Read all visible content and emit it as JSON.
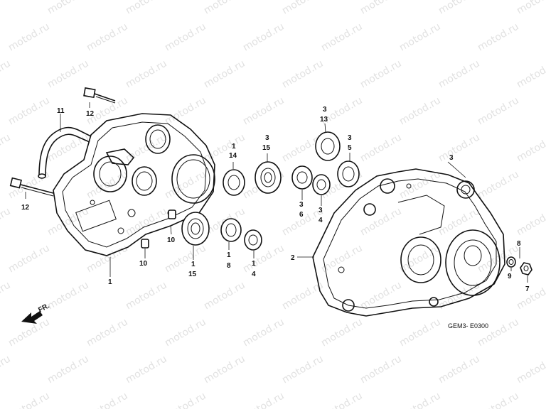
{
  "watermark": "motod.ru",
  "diagram_code": "GEM3- E0300",
  "direction_label": "FR.",
  "callouts": {
    "c12a": "12",
    "c11": "11",
    "c12b": "12",
    "c10a": "10",
    "c10b": "10",
    "c1a": "1",
    "c14a": "1",
    "c14b": "14",
    "c15a": "3",
    "c15b": "15",
    "c13a": "3",
    "c13b": "13",
    "c5a": "3",
    "c5b": "5",
    "c6a": "3",
    "c6b": "6",
    "c4a": "3",
    "c4b": "4",
    "c15c": "1",
    "c15d": "15",
    "c8a": "1",
    "c8b": "8",
    "c4c": "1",
    "c4d": "4",
    "c3": "3",
    "c2": "2",
    "c8": "8",
    "c9": "9",
    "c7": "7"
  }
}
